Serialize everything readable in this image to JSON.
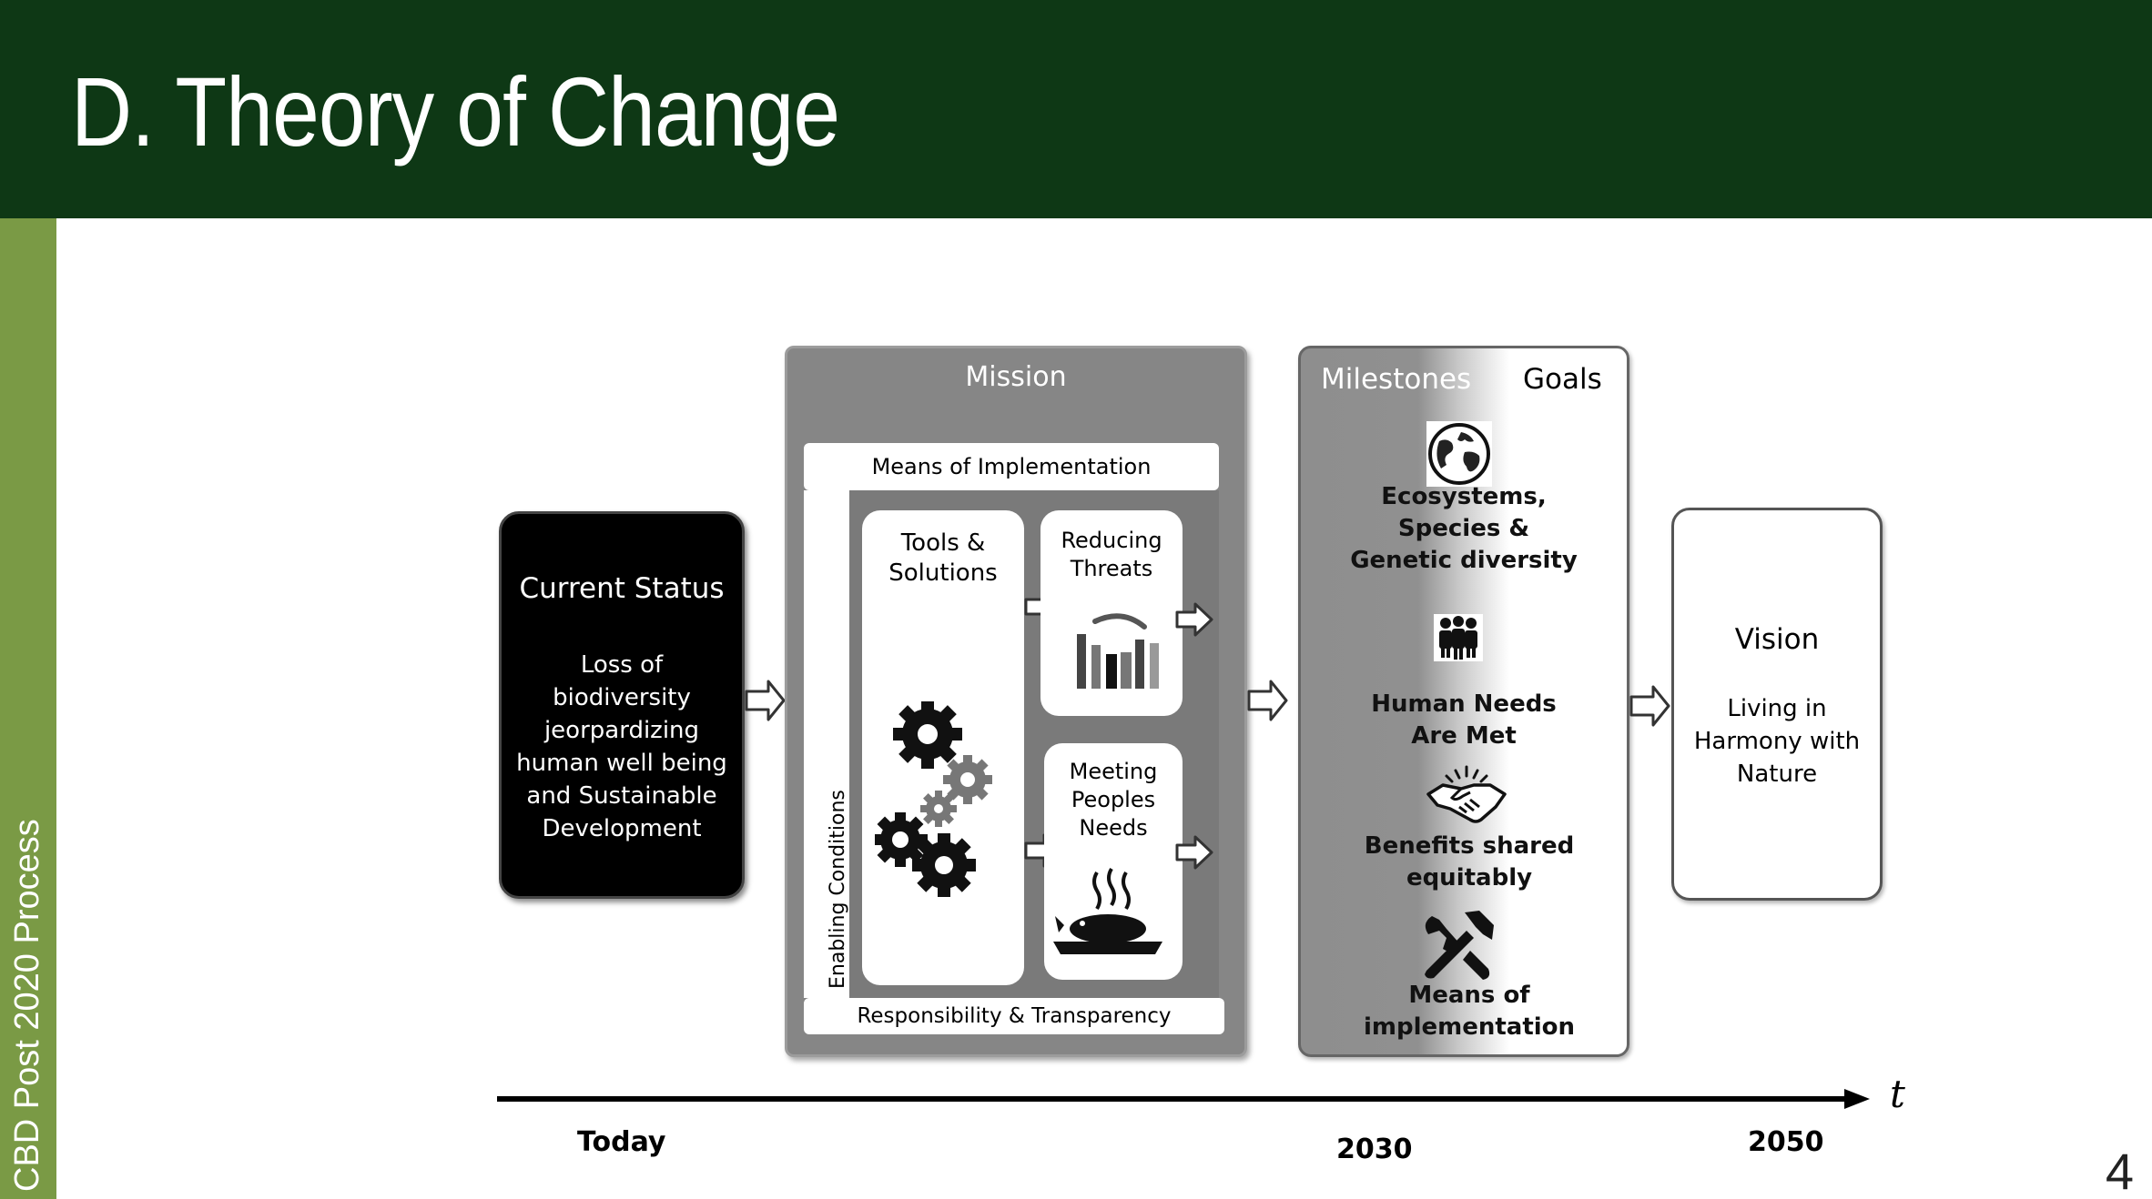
{
  "slide": {
    "title": "D. Theory of Change",
    "sidebar_text": "CBD Post 2020 Process",
    "page_number": "4"
  },
  "current_status": {
    "title": "Current Status",
    "lines": [
      "Loss of",
      "biodiversity",
      "jeorpardizing",
      "human well being",
      "and Sustainable",
      "Development"
    ]
  },
  "mission": {
    "title": "Mission",
    "means_band": "Means of Implementation",
    "enabling_label": "Enabling Conditions",
    "responsibility_band": "Responsibility & Transparency",
    "tools": [
      "Tools &",
      "Solutions"
    ],
    "reducing": [
      "Reducing",
      "Threats"
    ],
    "meeting": [
      "Meeting",
      "Peoples",
      "Needs"
    ]
  },
  "milestones": {
    "milestones_label": "Milestones",
    "goals_label": "Goals",
    "items": [
      {
        "icon": "globe-icon",
        "lines": [
          "Ecosystems,",
          "Species &",
          "Genetic diversity"
        ]
      },
      {
        "icon": "people-icon",
        "lines": [
          "Human Needs",
          "Are Met"
        ]
      },
      {
        "icon": "handshake-icon",
        "lines": [
          "Benefits shared",
          "equitably"
        ]
      },
      {
        "icon": "tools-icon",
        "lines": [
          "Means of",
          "implementation"
        ]
      }
    ]
  },
  "vision": {
    "title": "Vision",
    "lines": [
      "Living in",
      "Harmony with",
      "Nature"
    ]
  },
  "timeline": {
    "axis_symbol": "t",
    "today": "Today",
    "year_2030": "2030",
    "year_2050": "2050"
  }
}
